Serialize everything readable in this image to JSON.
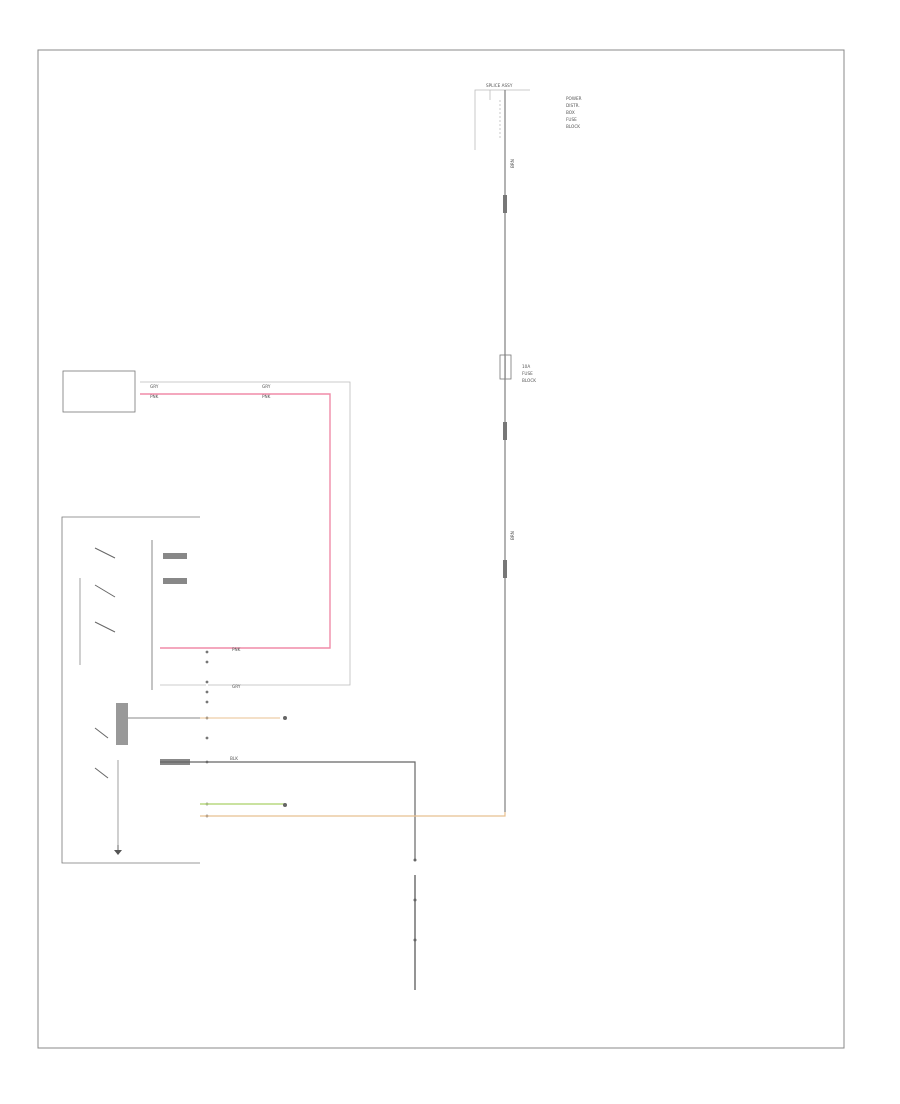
{
  "diagram": {
    "footer_code": "",
    "top_splice": {
      "label": "SPLICE ASSY",
      "right_notes": [
        "POWER",
        "DISTR.",
        "BOX",
        "FUSE",
        "BLOCK"
      ],
      "fuse_label": "",
      "wire_color": "BRN"
    },
    "fuse": {
      "notes": [
        "10A",
        "FUSE",
        "BLOCK"
      ],
      "wire_color": "BRN"
    },
    "sensor_module": {
      "label_line1": "",
      "label_line2": "",
      "caption": "",
      "wire_left": [
        "GRY",
        "PNK"
      ],
      "wire_right": [
        "GRY",
        "PNK"
      ],
      "splice": ""
    },
    "sbm": {
      "caption": "",
      "rows": [
        "",
        "",
        "",
        ""
      ],
      "pin_labels": [
        "",
        ""
      ],
      "lower_labels": [
        "",
        "",
        ""
      ],
      "wire_colors": [
        "PNK",
        "GRY",
        "",
        "BLK",
        "",
        ""
      ],
      "refs": [
        "",
        ""
      ]
    },
    "ground": {
      "top": "",
      "label": "",
      "mid": "",
      "bottom": [
        "",
        "",
        "",
        ""
      ]
    }
  },
  "colors": {
    "pink_wire": "#f08ca8",
    "tan_wire": "#e8c090",
    "green_wire": "#b8d880",
    "base": "#666666"
  }
}
